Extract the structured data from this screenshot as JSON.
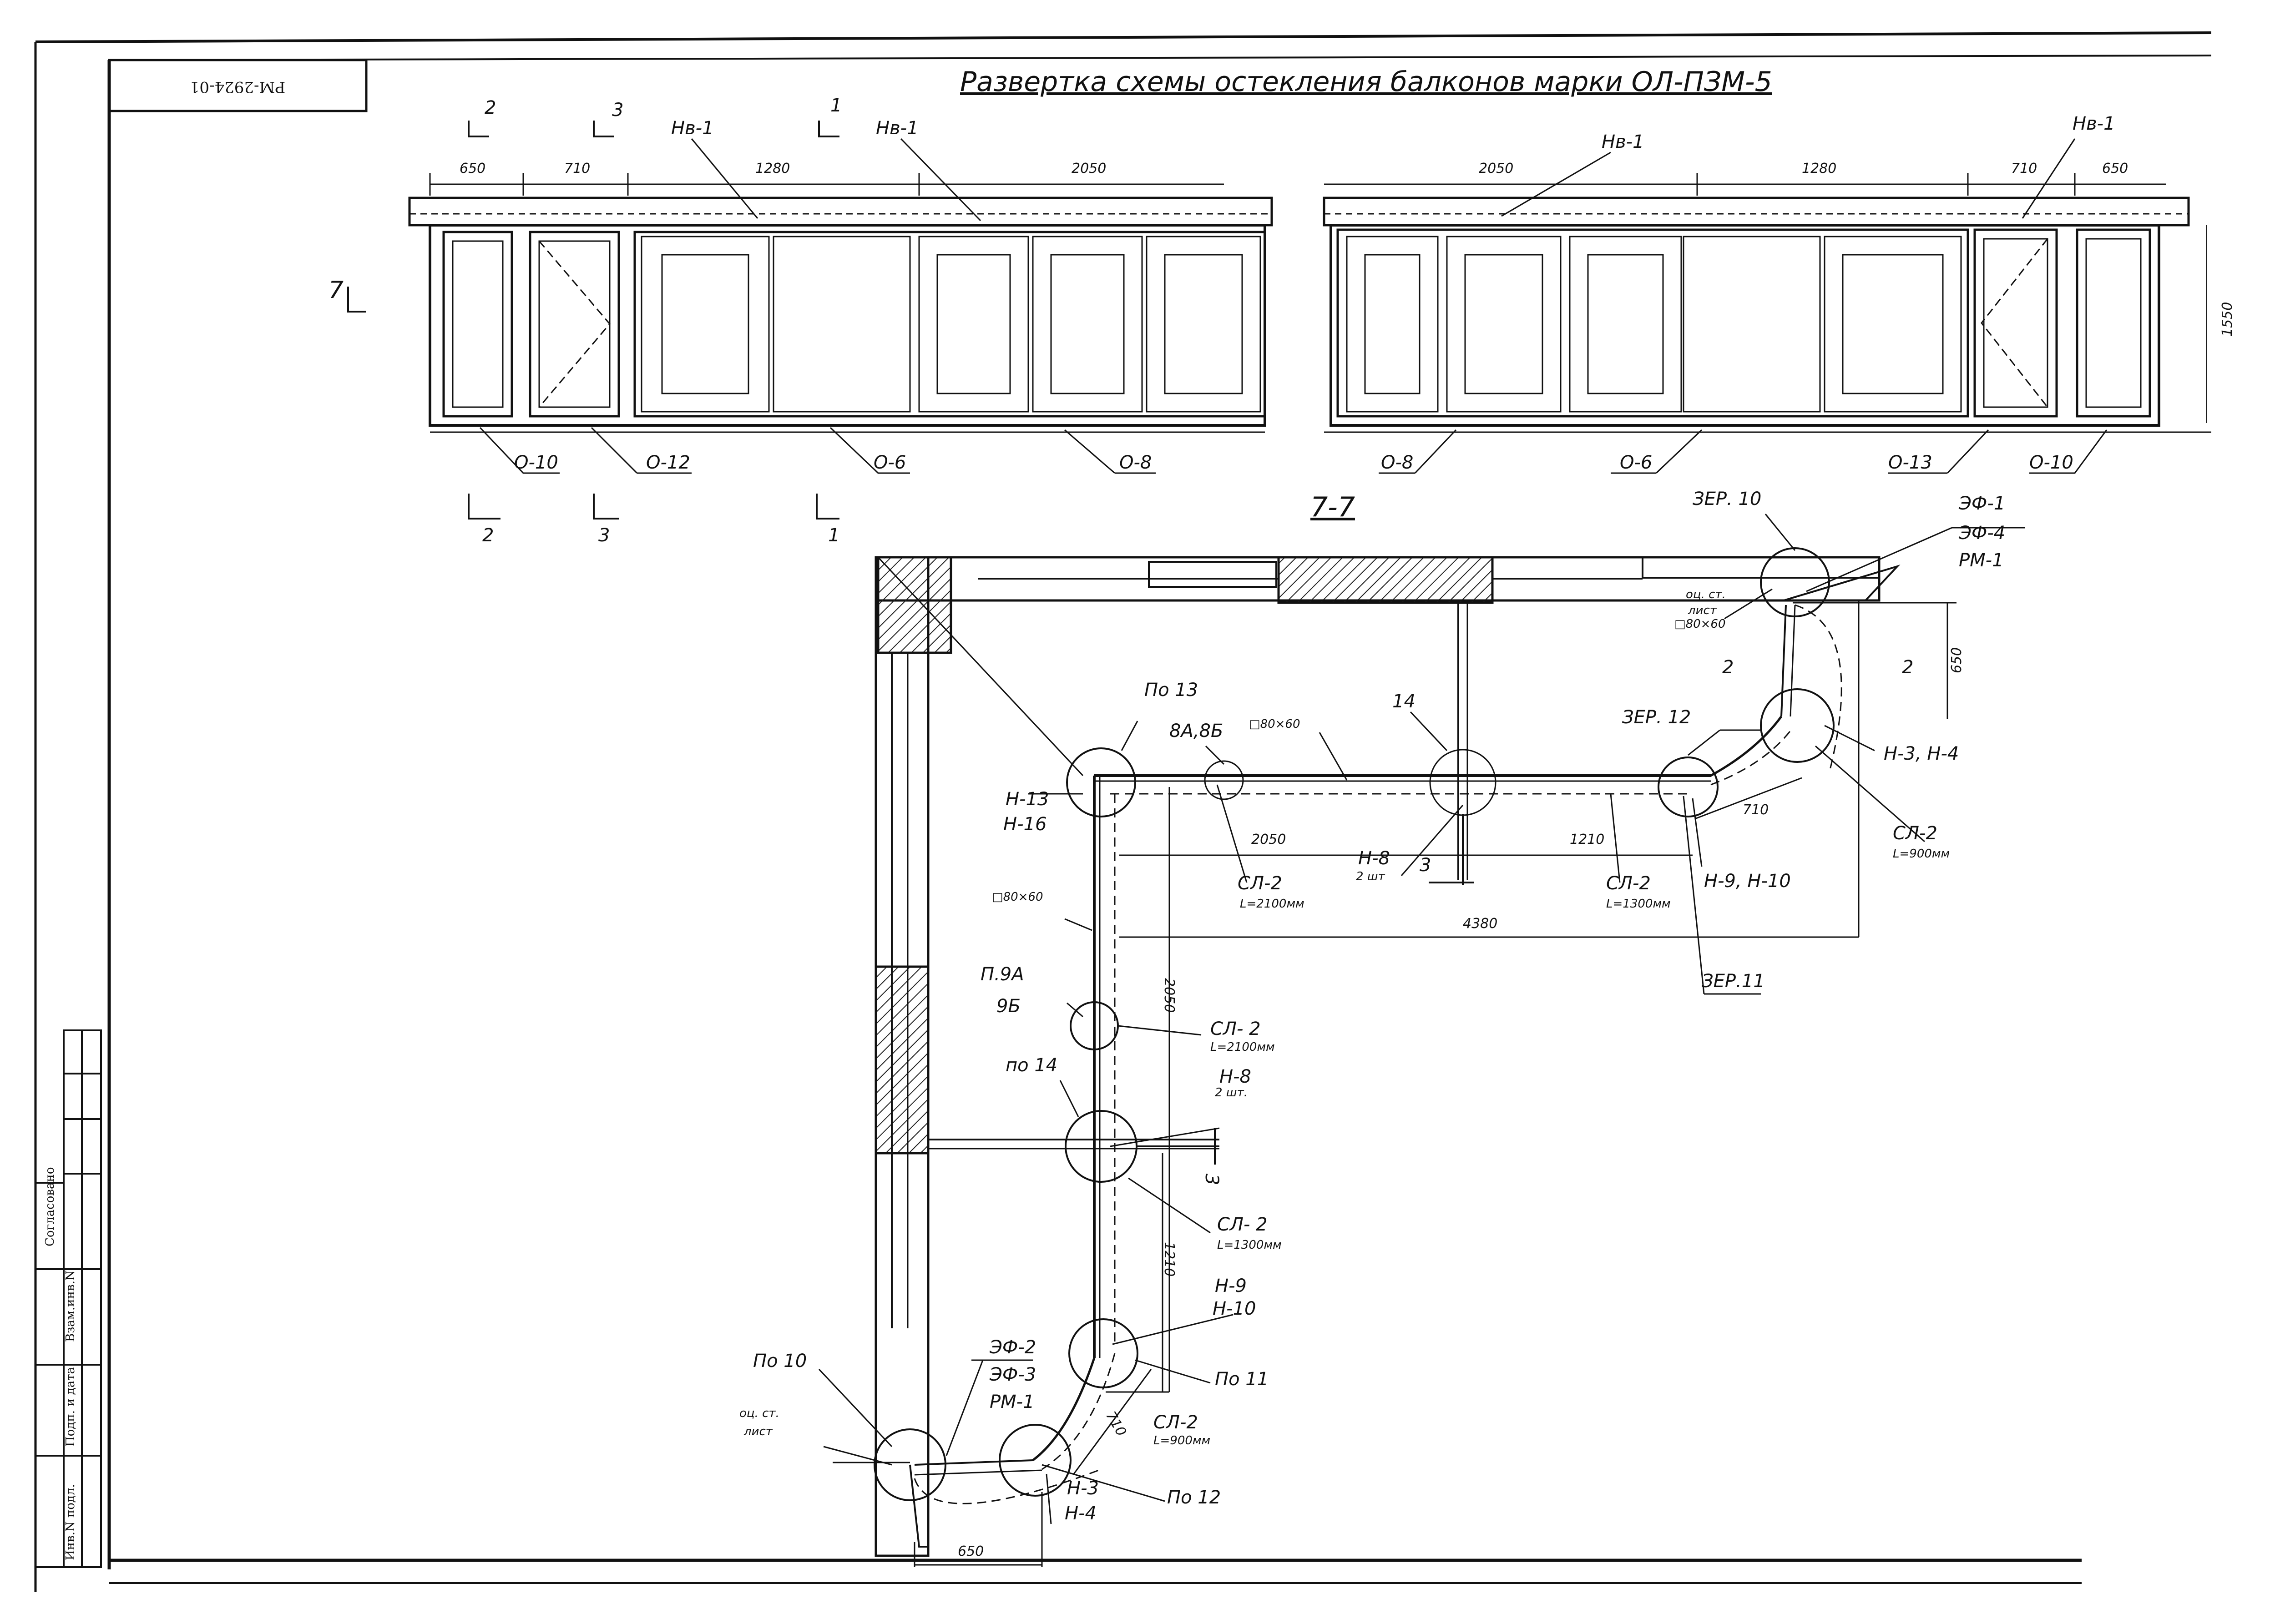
{
  "sheet": {
    "stamp": "РМ-2924-01",
    "title": "Развертка  схемы остекления балконов марки ОЛ-ПЗМ-5"
  },
  "side_table": {
    "agree": "Согласовано",
    "exch": "Взам.инв.N",
    "sign": "Подп. и дата",
    "inv": "Инв.N подл."
  },
  "elevation": {
    "left_dims": [
      "650",
      "710",
      "1280",
      "2050"
    ],
    "right_dims": [
      "2050",
      "1280",
      "710",
      "650"
    ],
    "height_dim": "1550",
    "nv_label": "Нв-1",
    "left_units": [
      "О-10",
      "О-12",
      "О-6",
      "О-8"
    ],
    "right_units": [
      "О-8",
      "О-6",
      "О-13",
      "О-10"
    ],
    "section_top": [
      "2",
      "3",
      "1"
    ],
    "section_bottom": [
      "2",
      "3",
      "1"
    ],
    "section_7": "7"
  },
  "plan": {
    "section_title": "7-7",
    "labels": {
      "zer10": "ЗЕР. 10",
      "ef1": "ЭФ-1",
      "ef4": "ЭФ-4",
      "rm1_top": "РМ-1",
      "ots_top_1": "оц. ст.",
      "ots_top_2": "лист",
      "pipe_top": "□80×60",
      "dim650_top": "650",
      "sec2_a": "2",
      "sec2_b": "2",
      "zer12": "ЗЕР. 12",
      "h3h4_top": "Н-3, Н-4",
      "dim710_top": "710",
      "sl2_900_top": "СЛ-2",
      "l900_top": "L=900мм",
      "po13": "По 13",
      "p8a8b": "8А,8Б",
      "pipe_mid": "□80×60",
      "n14": "14",
      "h13": "Н-13",
      "h16": "Н-16",
      "dim2050_h": "2050",
      "dim1210_h": "1210",
      "h8_top": "Н-8",
      "sht2_top": "2 шт",
      "sec3_h": "3",
      "sl2_2100_h": "СЛ-2",
      "l2100_h": "L=2100мм",
      "sl2_1300_h": "СЛ-2",
      "l1300_h": "L=1300мм",
      "h9h10_top": "Н-9, Н-10",
      "dim4380": "4380",
      "zer11": "ЗЕР.11",
      "pipe_left": "□80×60",
      "p9a": "П.9А",
      "p9b": "9Б",
      "dim2050_v": "2050",
      "sl2_2100_v": "СЛ- 2",
      "l2100_v": "L=2100мм",
      "po14": "по 14",
      "h8_left": "Н-8",
      "sht2_left": "2 шт.",
      "sec3_v": "3",
      "dim1210_v": "1210",
      "sl2_1300_v": "СЛ- 2",
      "l1300_v": "L=1300мм",
      "h9": "Н-9",
      "h10": "Н-10",
      "po10": "По 10",
      "ef2": "ЭФ-2",
      "ef3": "ЭФ-3",
      "rm1_left": "РМ-1",
      "ots_left_1": "оц. ст.",
      "ots_left_2": "лист",
      "po11": "По 11",
      "dim710_left": "710",
      "sl2_900_left": "СЛ-2",
      "l900_left": "L=900мм",
      "h3": "Н-3",
      "h4": "Н-4",
      "po12": "По 12",
      "dim650_left": "650"
    }
  }
}
